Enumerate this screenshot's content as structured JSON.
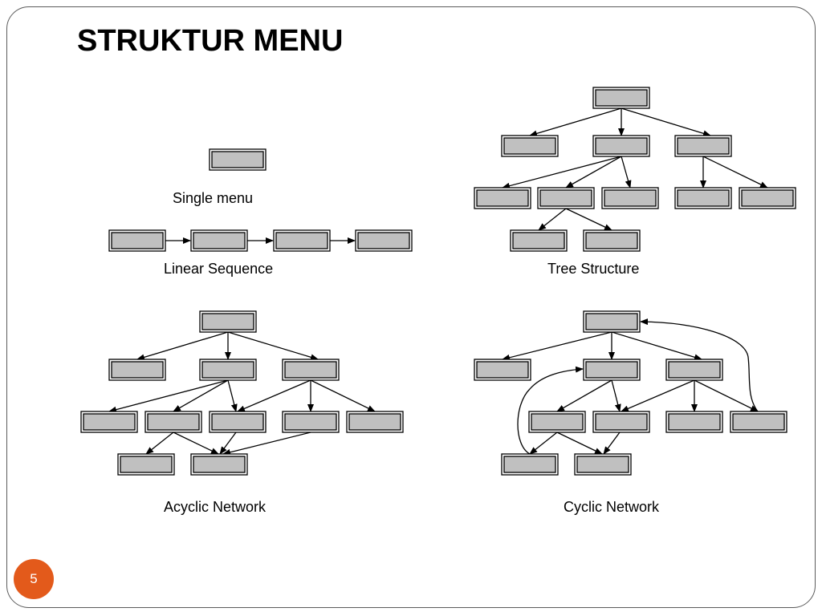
{
  "slide": {
    "title": "STRUKTUR MENU",
    "page_number": "5",
    "accent_color": "#e35a1b",
    "box_fill": "#c0c0c0"
  },
  "diagrams": {
    "single": {
      "caption": "Single menu"
    },
    "linear": {
      "caption": "Linear Sequence"
    },
    "tree": {
      "caption": "Tree Structure"
    },
    "acyclic": {
      "caption": "Acyclic Network"
    },
    "cyclic": {
      "caption": "Cyclic Network"
    }
  }
}
